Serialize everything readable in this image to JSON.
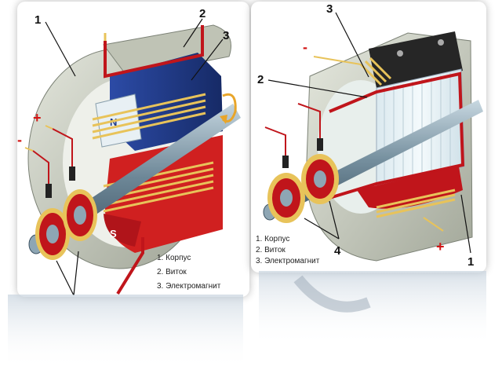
{
  "left_panel": {
    "callouts": [
      "1",
      "2",
      "3"
    ],
    "plus": "+",
    "minus": "-",
    "pole_n": "N",
    "pole_s": "S",
    "legend": [
      "1. Корпус",
      "2. Виток",
      "3. Электромагнит"
    ]
  },
  "right_panel": {
    "callouts": [
      "3",
      "2",
      "4",
      "1"
    ],
    "plus": "+",
    "minus": "-",
    "legend": [
      "1. Корпус",
      "2. Виток",
      "3. Электромагнит"
    ]
  },
  "colors": {
    "housing": "#c8ccbf",
    "magnet_blue": "#1f3a8a",
    "magnet_red": "#d02020",
    "coil": "#e8c35a",
    "shaft": "#7e96a6",
    "wire_red": "#c0151b",
    "armature": "#e6f1f5"
  }
}
